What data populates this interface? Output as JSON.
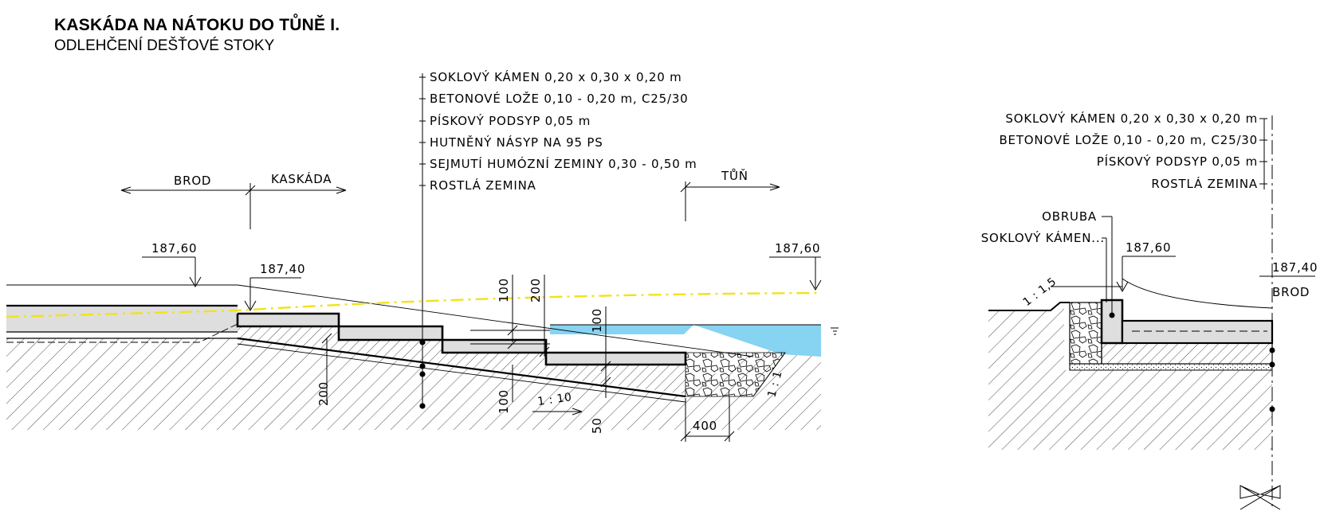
{
  "title": "KASKÁDA NA NÁTOKU DO TŮNĚ I.",
  "subtitle": "ODLEHČENÍ DEŠŤOVÉ STOKY",
  "left_section": {
    "layers": [
      "SOKLOVÝ KÁMEN 0,20 x 0,30 x 0,20 m",
      "BETONOVÉ LOŽE 0,10 - 0,20 m, C25/30",
      "PÍSKOVÝ PODSYP 0,05 m",
      "HUTNĚNÝ NÁSYP NA 95 PS",
      "SEJMUTÍ HUMÓZNÍ ZEMINY 0,30 - 0,50 m",
      "ROSTLÁ ZEMINA"
    ],
    "zones": {
      "brod": "BROD",
      "kaskada": "KASKÁDA",
      "tune": "TŮŇ"
    },
    "levels": {
      "a": "187,60",
      "b": "187,40",
      "c": "187,60"
    },
    "dims": {
      "d100a": "100",
      "d200a": "200",
      "d100b": "100",
      "d200b": "200",
      "d100c": "100",
      "d50": "50",
      "d400": "400"
    },
    "slopes": {
      "bottom": "1 : 10",
      "bank": "1 : 1"
    }
  },
  "right_section": {
    "layers": [
      "SOKLOVÝ KÁMEN 0,20 x 0,30 x 0,20 m",
      "BETONOVÉ LOŽE 0,10 - 0,20 m, C25/30",
      "PÍSKOVÝ PODSYP 0,05 m",
      "ROSTLÁ ZEMINA"
    ],
    "labels": {
      "obruba": "OBRUBA",
      "soklovy": "SOKLOVÝ KÁMEN...",
      "brod": "BROD"
    },
    "levels": {
      "a": "187,60",
      "b": "187,40"
    },
    "slope": "1 : 1,5"
  },
  "colors": {
    "water": "#86d3f2",
    "water_level": "#f2e21a",
    "concrete": "#dedede",
    "line": "#000000"
  }
}
